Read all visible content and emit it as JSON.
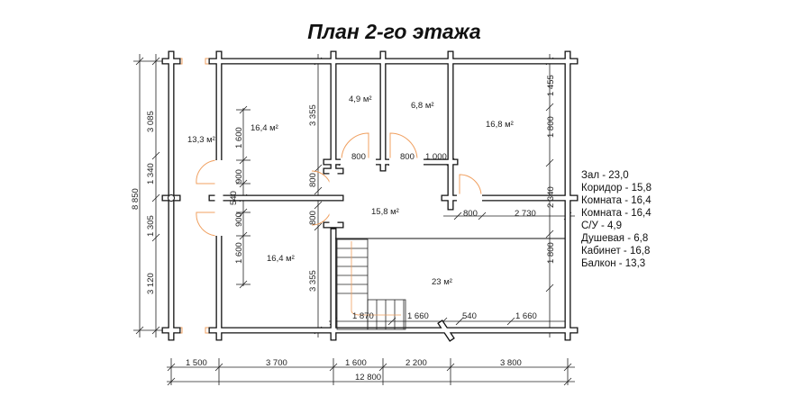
{
  "title": "План 2-го этажа",
  "areas": {
    "balcony": "13,3 м²",
    "room_top_left": "16,4 м²",
    "room_bottom_left": "16,4 м²",
    "wc": "4,9 м²",
    "shower": "6,8 м²",
    "office": "16,8 м²",
    "corridor": "15,8 м²",
    "hall": "23 м²"
  },
  "dims": {
    "total_height": "8 850",
    "left": [
      "3 085",
      "1 340",
      "1 305",
      "3 120"
    ],
    "inner_left": [
      "1 600",
      "900",
      "540",
      "900",
      "1 600"
    ],
    "wall_3355": [
      "3 355",
      "3 355"
    ],
    "door_vertical": [
      "800",
      "800"
    ],
    "upper_horizontal": [
      "800",
      "800",
      "1 000"
    ],
    "mid_horizontal": [
      "800",
      "2 730"
    ],
    "right": [
      "1 455",
      "1 800",
      "2 340",
      "1 800"
    ],
    "inner_bottom": [
      "1 870",
      "1 660",
      "540",
      "1 660"
    ],
    "bottom": [
      "1 500",
      "3 700",
      "1 600",
      "2 200",
      "3 800"
    ],
    "total_width": "12 800"
  },
  "legend": [
    "Зал - 23,0",
    "Коридор - 15,8",
    "Комната - 16,4",
    "Комната - 16,4",
    "С/У - 4,9",
    "Душевая - 6,8",
    "Кабинет - 16,8",
    "Балкон - 13,3"
  ],
  "colors": {
    "wall": "#111111",
    "opening": "#f0a060"
  }
}
